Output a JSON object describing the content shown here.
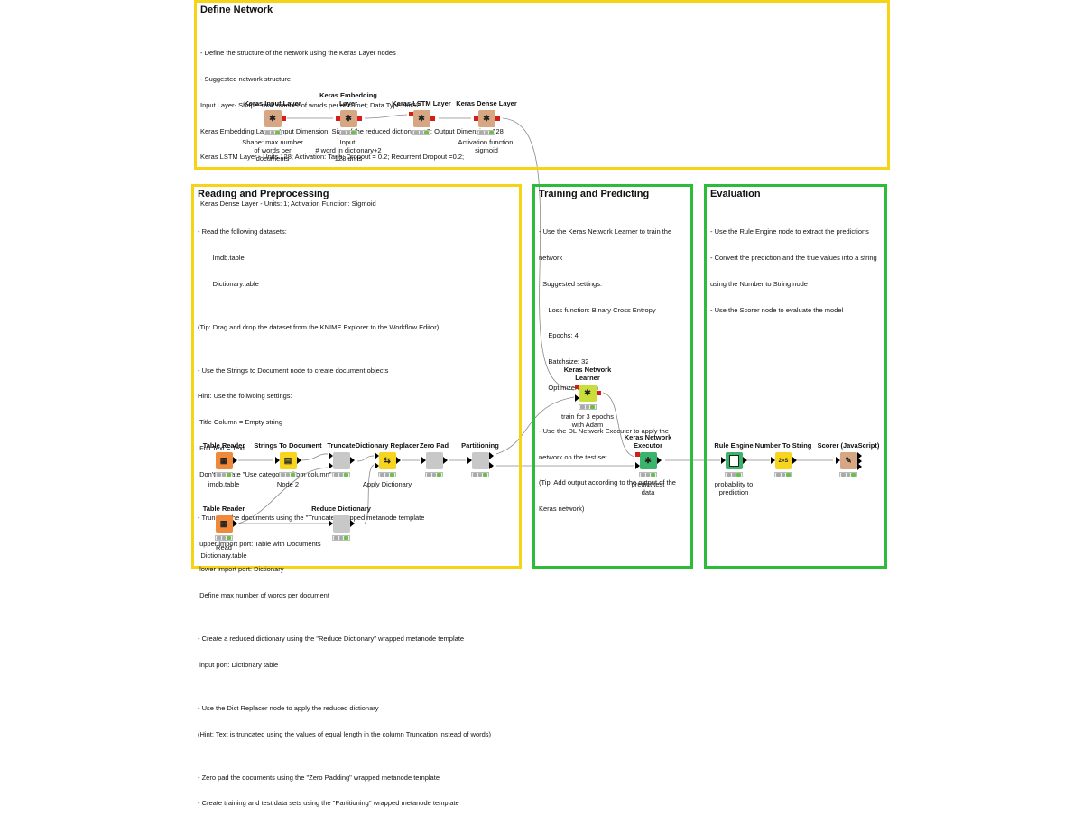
{
  "annotations": {
    "define_network": {
      "title": "Define Network",
      "lines": [
        "- Define the structure of the network using the Keras Layer nodes",
        "- Suggested network structure",
        "Input Layer- Shape: max number of words per documet; Data Type: Int32",
        "Keras Embedding Layer - Input Dimension: Size of the reduced dictionary +2; Output Dimension: 128",
        "Keras LSTM Layer - Units 128; Activation: Tanh; Dropout = 0.2; Recurrent Dropout =0.2;",
        "",
        "Keras Dense Layer - Units: 1; Activation Function: Sigmoid"
      ]
    },
    "reading": {
      "title": "Reading and Preprocessing",
      "lines": [
        "- Read the following datasets:",
        "        Imdb.table",
        "        Dictionary.table",
        "",
        "(Tip: Drag and drop the dataset from the KNIME Explorer to the Workflow Editor)",
        "",
        "- Use the Strings to Document node to create document objects",
        "Hint: Use the follwoing settings:",
        " Title Column = Empty string",
        " Full Text = Text",
        " Don't Activate \"Use categories from column\"",
        "",
        "- Truncate the documents using the \"Truncate\" wrapped metanode template",
        " upper import port: Table with Documents",
        " lower import port: Dictionary",
        " Define max number of words per document",
        "",
        "- Create a reduced dictionary using the \"Reduce Dictionary\" wrapped metanode template",
        " input port: Dictionary table",
        "",
        "- Use the Dict Replacer node to apply the reduced dictionary",
        "(Hint: Text is truncated using the values of equal length in the column Truncation instead of words)",
        "",
        "- Zero pad the documents using the \"Zero Padding\" wrapped metanode template",
        "- Create training and test data sets using the \"Partitioning\" wrapped metanode template"
      ]
    },
    "training": {
      "title": "Training and Predicting",
      "lines": [
        "- Use the Keras Network Learner to train the",
        "network",
        "  Suggested settings:",
        "     Loss function: Binary Cross Entropy",
        "     Epochs: 4",
        "     Batchsize: 32",
        "     Optimizer: Adam",
        "",
        "- Use the DL Network Executer to apply the",
        "network on the test set",
        "(Tip: Add output according to the output of the",
        "Keras network)"
      ]
    },
    "evaluation": {
      "title": "Evaluation",
      "lines": [
        "- Use the Rule Engine node to extract the predictions",
        "- Convert the prediction and the true values into a string",
        "using the Number to String node",
        "- Use the Scorer node to evaluate the model"
      ]
    }
  },
  "nodes": {
    "keras_input": {
      "title": "Keras Input Layer",
      "label": "Shape: max number\nof words per\ndocuments",
      "icon": "network-icon"
    },
    "keras_embedding": {
      "title": "Keras Embedding\nLayer",
      "label": "Input:\n# word in dictionary+2\n128 units",
      "icon": "network-icon"
    },
    "keras_lstm": {
      "title": "Keras LSTM Layer",
      "label": "",
      "icon": "network-icon"
    },
    "keras_dense": {
      "title": "Keras Dense Layer",
      "label": "Activation function:\nsigmoid",
      "icon": "network-icon"
    },
    "table_reader_1": {
      "title": "Table Reader",
      "label": "imdb.table",
      "icon": "table-icon"
    },
    "strings_to_document": {
      "title": "Strings To Document",
      "label": "Node 2",
      "icon": "document-icon"
    },
    "truncate": {
      "title": "Truncate",
      "label": "",
      "icon": "metanode-icon"
    },
    "dictionary_replacer": {
      "title": "Dictionary Replacer",
      "label": "Apply Dictionary",
      "icon": "replace-icon"
    },
    "zero_pad": {
      "title": "Zero Pad",
      "label": "",
      "icon": "metanode-icon"
    },
    "partitioning": {
      "title": "Partitioning",
      "label": "",
      "icon": "metanode-icon"
    },
    "table_reader_2": {
      "title": "Table Reader",
      "label": "Read\nDictionary.table",
      "icon": "table-icon"
    },
    "reduce_dictionary": {
      "title": "Reduce Dictionary",
      "label": "",
      "icon": "metanode-icon"
    },
    "keras_learner": {
      "title": "Keras Network\nLearner",
      "label": "train for 3 epochs\nwith Adam",
      "icon": "network-icon"
    },
    "keras_executor": {
      "title": "Keras Network\nExecutor",
      "label": "predict test\ndata",
      "icon": "network-icon"
    },
    "rule_engine": {
      "title": "Rule Engine",
      "label": "probability to\nprediction",
      "icon": "rule-icon"
    },
    "number_to_string": {
      "title": "Number To String",
      "label": "",
      "icon": "convert-icon",
      "glyph": "2»S"
    },
    "scorer": {
      "title": "Scorer (JavaScript)",
      "label": "",
      "icon": "scorer-icon"
    }
  }
}
